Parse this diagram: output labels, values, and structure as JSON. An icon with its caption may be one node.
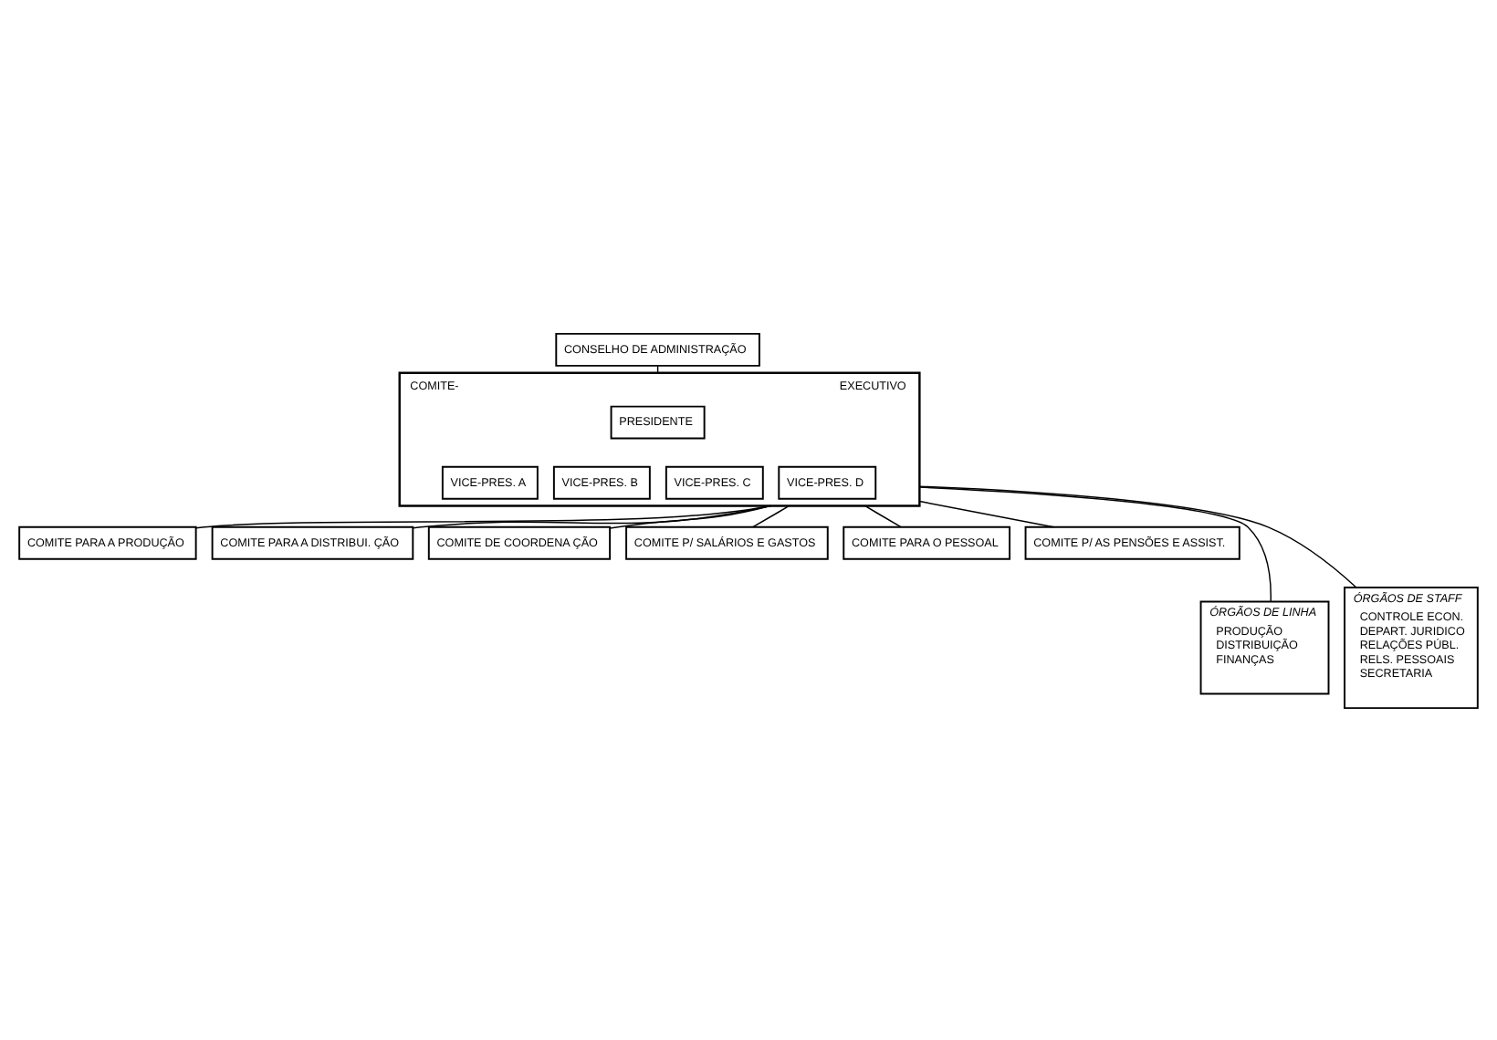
{
  "diagram": {
    "nodes": [
      {
        "text": [
          "CONSELHO DE ADMINISTRAÇÃO"
        ]
      },
      {
        "text": [
          "COMITE-",
          "EXECUTIVO"
        ]
      },
      {
        "text": [
          "PRESIDENTE"
        ],
        "in": 1
      },
      {
        "text": [
          "VICE-PRES. A"
        ],
        "in": 1
      },
      {
        "text": [
          "VICE-PRES. B"
        ],
        "in": 1
      },
      {
        "text": [
          "VICE-PRES. C"
        ],
        "in": 1
      },
      {
        "text": [
          "VICE-PRES. D"
        ],
        "in": 1
      },
      {
        "text": [
          "COMITE PARA A PRODUÇÃO"
        ]
      },
      {
        "text": [
          "COMITE PARA A DISTRIBUI. ÇÃO"
        ]
      },
      {
        "text": [
          "COMITE DE COORDENA ÇÃO"
        ]
      },
      {
        "text": [
          "COMITE P/ SALÁRIOS E GASTOS"
        ]
      },
      {
        "text": [
          "COMITE PARA O PESSOAL"
        ]
      },
      {
        "text": [
          "COMITE P/ AS PENSÕES E ASSIST."
        ]
      },
      {
        "text": [
          "ÓRGÃOS DE LINHA",
          "PRODUÇÃO",
          "DISTRIBUIÇÃO",
          "FINANÇAS"
        ]
      },
      {
        "text": [
          "ÓRGÃOS DE STAFF",
          "CONTROLE ECON.",
          "DEPART. JURIDICO",
          "RELAÇÕES PÚBL.",
          "RELS. PESSOAIS",
          "SECRETARIA"
        ]
      }
    ],
    "edges": [
      {
        "from": 0,
        "to": 1,
        "arrow": "none"
      },
      {
        "from": 1,
        "to": 7,
        "arrow": "none"
      },
      {
        "from": 1,
        "to": 8,
        "arrow": "none"
      },
      {
        "from": 1,
        "to": 9,
        "arrow": "none"
      },
      {
        "from": 1,
        "to": 10,
        "arrow": "none"
      },
      {
        "from": 1,
        "to": 11,
        "arrow": "none"
      },
      {
        "from": 1,
        "to": 12,
        "arrow": "none"
      },
      {
        "from": 1,
        "to": 13,
        "arrow": "none"
      },
      {
        "from": 1,
        "to": 14,
        "arrow": "none"
      }
    ]
  }
}
